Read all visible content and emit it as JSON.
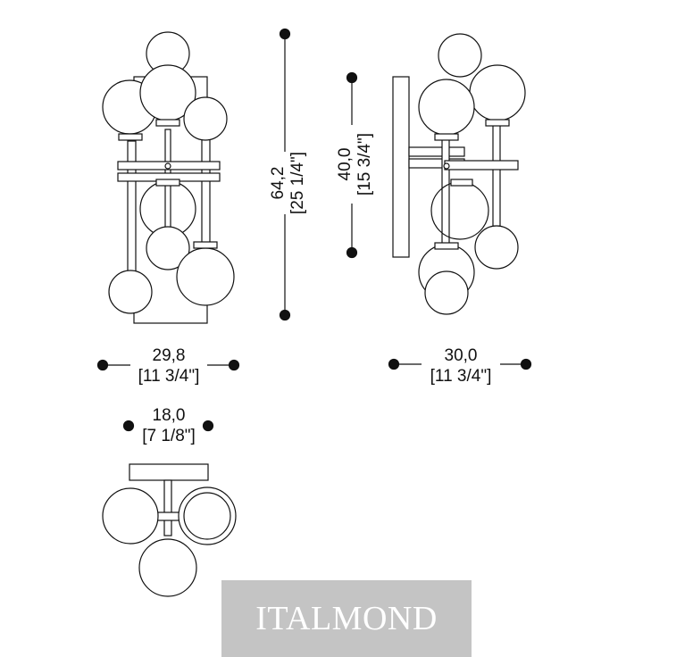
{
  "front_view": {
    "height_cm": "64,2",
    "height_in": "[25 1/4\"]",
    "width_cm": "29,8",
    "width_in": "[11 3/4\"]"
  },
  "side_view": {
    "height_cm": "40,0",
    "height_in": "[15 3/4\"]",
    "width_cm": "30,0",
    "width_in": "[11 3/4\"]"
  },
  "top_view": {
    "depth_cm": "18,0",
    "depth_in": "[7 1/8\"]"
  },
  "watermark": "ITALMOND",
  "colors": {
    "line": "#111111",
    "glass": "#ffffff",
    "watermark_bg": "#c4c4c4",
    "watermark_text": "#ffffff"
  }
}
